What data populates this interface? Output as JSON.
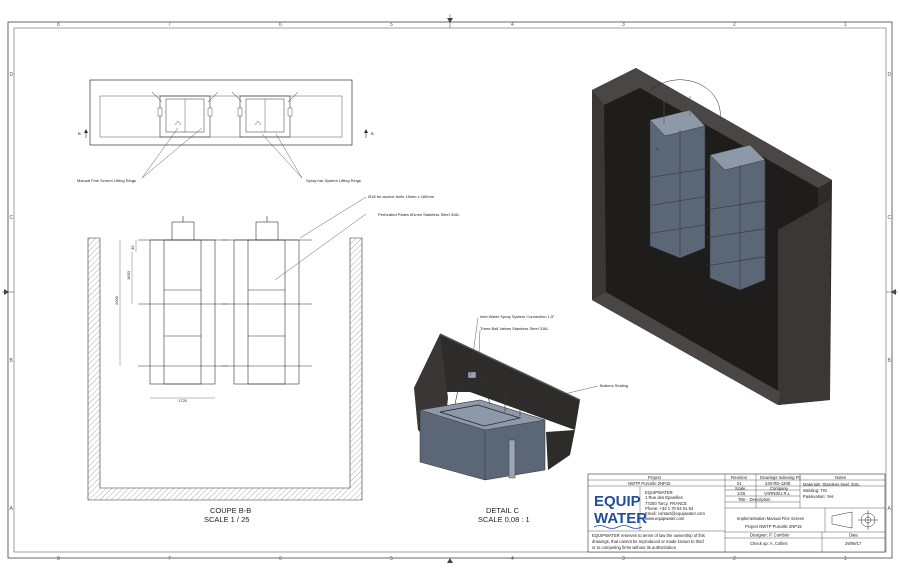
{
  "border": {
    "cols_top": [
      "8",
      "7",
      "6",
      "5",
      "4",
      "3",
      "2",
      "1"
    ],
    "rows": [
      "D",
      "C",
      "B",
      "A"
    ]
  },
  "views": {
    "plan": {
      "section_mark_left": "B",
      "section_mark_right": "B",
      "callout_left": "Manual Fine Screen Lifting Rings",
      "callout_right": "Spray bar System Lifting Rings"
    },
    "section": {
      "callout_anchor": "Ø18 for anchor bolts 15mm x 180mm",
      "callout_plate": "Perforated Plates Ø1mm Stainless Steel 316L",
      "dim_vertical_1": "2000",
      "dim_vertical_2": "1650",
      "dim_small": "30",
      "dim_horizontal": "1720",
      "caption_title": "COUPE B-B",
      "caption_scale": "SCALE 1 / 25"
    },
    "detail": {
      "callout_inlet": "Inlet Water Spray System Connection 1,5\"",
      "callout_valves": "Three Ball Valves Stainless Steel 316L",
      "callout_seal": "Buttons Sealing",
      "caption_title": "DETAIL C",
      "caption_scale": "SCALE 0,08 : 1",
      "marker": "C"
    }
  },
  "title_block": {
    "project_header": "Project",
    "project_value": "NWTP Purcelle 2NP15",
    "revision_header": "Revision",
    "revision_value": "01",
    "drawing_header": "Drawings Indexing FC",
    "drawing_value": "240-RD-1208",
    "scale_header": "Scale",
    "scale_value": "1/25",
    "company_header": "Company",
    "company_value": "VARNIEU.R.L",
    "title_header": "Title - Description",
    "title_line1": "Implementation Manual Fine Screen",
    "title_line2": "Project NWTP Purcelle 2NP15",
    "designer": "Designer: P. Combier",
    "checker": "Check up: A. Collins",
    "date_header": "Date",
    "date_value": "29/09/17",
    "notes_header": "Notes",
    "note1": "Materials: Stainless steel 316L",
    "note2": "Welding: TIG",
    "note3": "Passivation: Yes",
    "logo_line1": "EQUIP",
    "logo_line2": "WATER",
    "company_name": "EQUIPWATER",
    "address1": "1 Rue des Eparelles",
    "address2": "77200 Torcy, FRANCE",
    "phone": "Phone: +33 1 70 54 01 84",
    "email": "Email: contact@equipwater.com",
    "web": "www.equipwater.com",
    "disclaimer1": "EQUIPWATER reserves to terms of law the ownership of this",
    "disclaimer2": "drawings, that cannot be reproduced or made known to third",
    "disclaimer3": "or to competing firms without its authorization"
  },
  "colors": {
    "line": "#333333",
    "concrete_dark": "#2e2b2b",
    "concrete_top": "#4a4646",
    "steel": "#5b6677",
    "steel_light": "#8d98a8",
    "logo_blue": "#1f4f9a"
  }
}
